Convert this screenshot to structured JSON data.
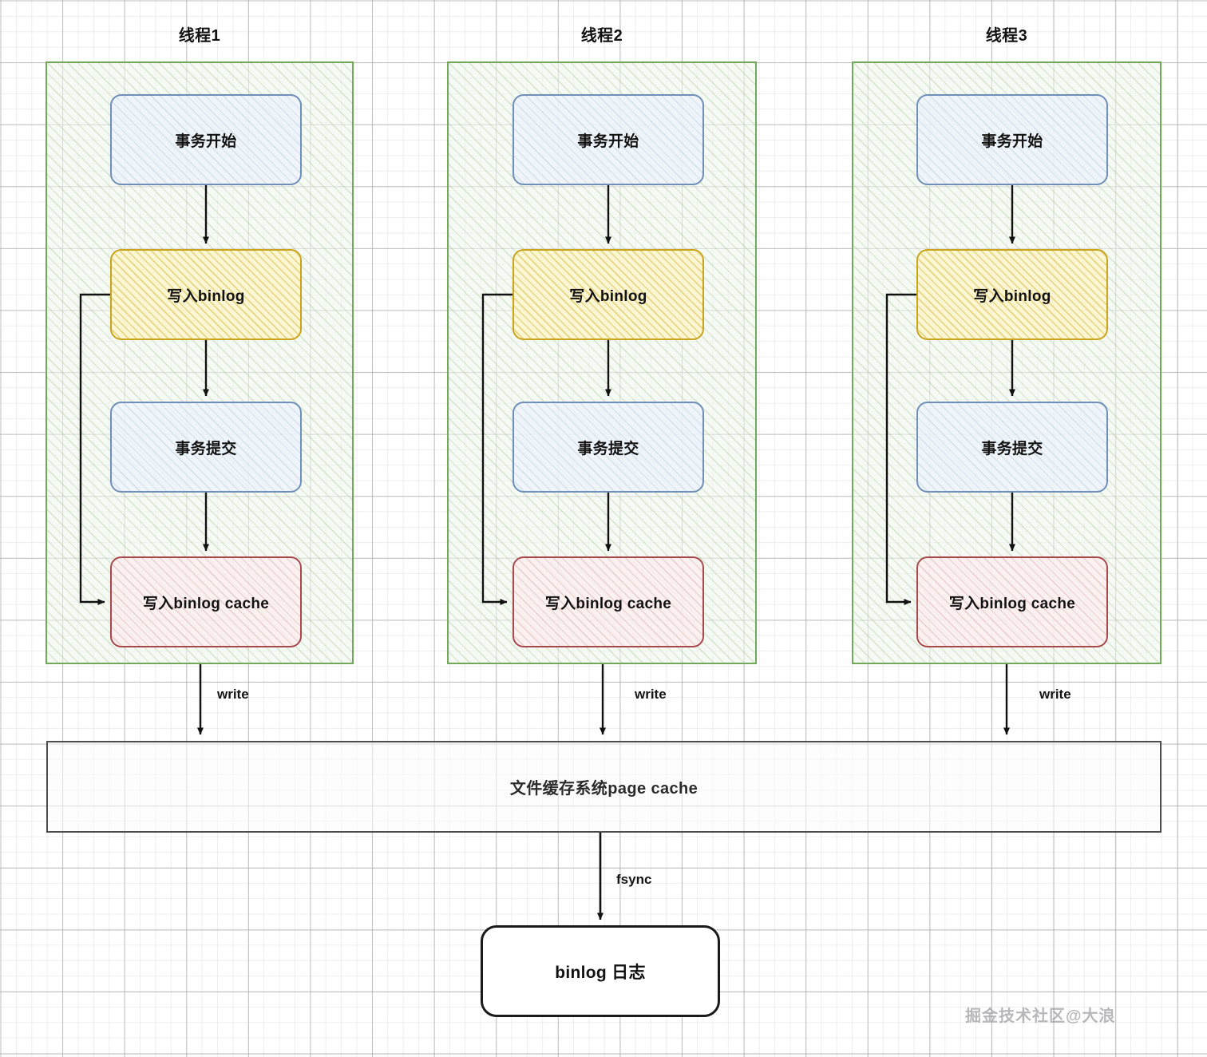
{
  "diagram": {
    "title_row": [
      {
        "label": "线程1"
      },
      {
        "label": "线程2"
      },
      {
        "label": "线程3"
      }
    ],
    "threads": [
      {
        "name": "线程1",
        "steps": [
          {
            "id": "tx-begin",
            "label": "事务开始",
            "color": "#6f8fb9"
          },
          {
            "id": "write-binlog",
            "label": "写入binlog",
            "color": "#c9a31a"
          },
          {
            "id": "tx-commit",
            "label": "事务提交",
            "color": "#6f8fb9"
          },
          {
            "id": "binlog-cache",
            "label": "写入binlog cache",
            "color": "#a9484b"
          }
        ],
        "out_edge_label": "write"
      },
      {
        "name": "线程2",
        "steps": [
          {
            "id": "tx-begin",
            "label": "事务开始",
            "color": "#6f8fb9"
          },
          {
            "id": "write-binlog",
            "label": "写入binlog",
            "color": "#c9a31a"
          },
          {
            "id": "tx-commit",
            "label": "事务提交",
            "color": "#6f8fb9"
          },
          {
            "id": "binlog-cache",
            "label": "写入binlog cache",
            "color": "#a9484b"
          }
        ],
        "out_edge_label": "write"
      },
      {
        "name": "线程3",
        "steps": [
          {
            "id": "tx-begin",
            "label": "事务开始",
            "color": "#6f8fb9"
          },
          {
            "id": "write-binlog",
            "label": "写入binlog",
            "color": "#c9a31a"
          },
          {
            "id": "tx-commit",
            "label": "事务提交",
            "color": "#6f8fb9"
          },
          {
            "id": "binlog-cache",
            "label": "写入binlog cache",
            "color": "#a9484b"
          }
        ],
        "out_edge_label": "write"
      }
    ],
    "page_cache": {
      "label": "文件缓存系统page cache"
    },
    "fsync_edge": {
      "label": "fsync"
    },
    "binlog_file": {
      "label": "binlog 日志"
    },
    "watermark": {
      "label": "掘金技术社区@大浪"
    },
    "colors": {
      "lane_border": "#71a85a",
      "blue_border": "#6f8fb9",
      "yellow_border": "#c9a31a",
      "red_border": "#a9484b",
      "plain_border": "#1a1a1a",
      "bar_border": "#4d4d4d",
      "text": "#121212"
    }
  }
}
